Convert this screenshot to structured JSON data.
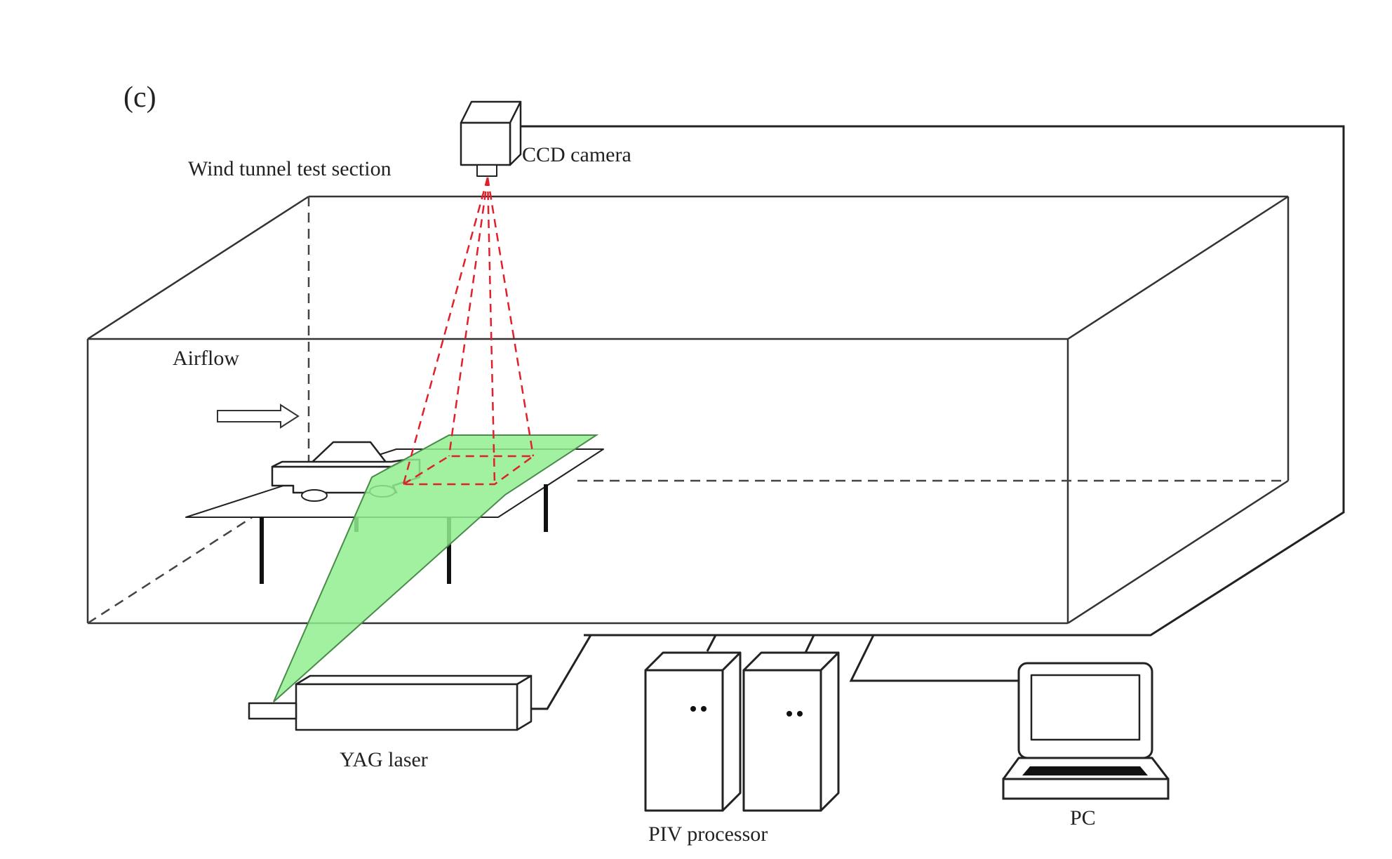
{
  "panel_label": "(c)",
  "labels": {
    "camera": "CCD camera",
    "test_section": "Wind tunnel test section",
    "airflow": "Airflow",
    "laser": "YAG laser",
    "processor": "PIV processor",
    "pc": "PC"
  },
  "colors": {
    "laser_sheet": "#90ee90",
    "camera_field_of_view": "#e0202a",
    "lines": "#222222"
  },
  "icons": [
    "ccd-camera-icon",
    "yag-laser-icon",
    "piv-processor-icon",
    "pc-laptop-icon",
    "car-model-icon",
    "airflow-arrow-icon"
  ]
}
